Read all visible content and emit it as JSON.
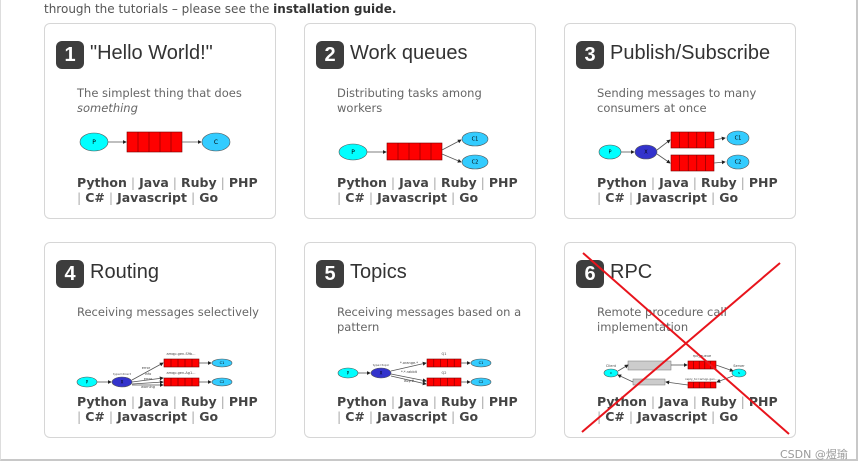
{
  "intro": {
    "text": "through the tutorials – please see the ",
    "link": "installation guide."
  },
  "languages": [
    "Python",
    "Java",
    "Ruby",
    "PHP",
    "C#",
    "Javascript",
    "Go"
  ],
  "separator": "|",
  "cards": [
    {
      "number": "1",
      "title": "\"Hello World!\"",
      "desc": "The simplest thing that does ",
      "desc_em": "something",
      "diagram": {
        "producer": "P",
        "consumers": [
          "C"
        ]
      }
    },
    {
      "number": "2",
      "title": "Work queues",
      "desc": "Distributing tasks among workers",
      "desc_em": "",
      "diagram": {
        "producer": "P",
        "consumers": [
          "C1",
          "C2"
        ]
      }
    },
    {
      "number": "3",
      "title": "Publish/Subscribe",
      "desc": "Sending messages to many consumers at once",
      "desc_em": "",
      "diagram": {
        "producer": "P",
        "exchange": "X",
        "consumers": [
          "C1",
          "C2"
        ]
      }
    },
    {
      "number": "4",
      "title": "Routing",
      "desc": "Receiving messages selectively",
      "desc_em": "",
      "diagram": {
        "producer": "P",
        "exchange": "X",
        "exchange_label": "type=direct",
        "queues": [
          "amqp.gen-S9b...",
          "amqp.gen-Ag1..."
        ],
        "bindings": [
          "error",
          "info",
          "error",
          "warning"
        ],
        "consumers": [
          "C1",
          "C2"
        ]
      }
    },
    {
      "number": "5",
      "title": "Topics",
      "desc": "Receiving messages based on a pattern",
      "desc_em": "",
      "diagram": {
        "producer": "P",
        "exchange": "X",
        "exchange_label": "type=topic",
        "queues": [
          "Q1",
          "Q2"
        ],
        "bindings": [
          "*.orange.*",
          "*.*.rabbit",
          "lazy.#"
        ],
        "consumers": [
          "C1",
          "C2"
        ]
      }
    },
    {
      "number": "6",
      "title": "RPC",
      "desc": "Remote procedure call implementation",
      "desc_em": "",
      "crossed_out": true,
      "diagram": {
        "client": "Client",
        "server": "Server",
        "queues": [
          "rpc_queue",
          "reply_to=amqp.gen-..."
        ]
      }
    }
  ],
  "watermark": "CSDN @煜瑜",
  "colors": {
    "queue": "#ff0000",
    "producer": "#00ffff",
    "consumer": "#33ccff",
    "exchange": "#3333cc",
    "cross": "#e8141c",
    "badge": "#3d3d3d"
  }
}
